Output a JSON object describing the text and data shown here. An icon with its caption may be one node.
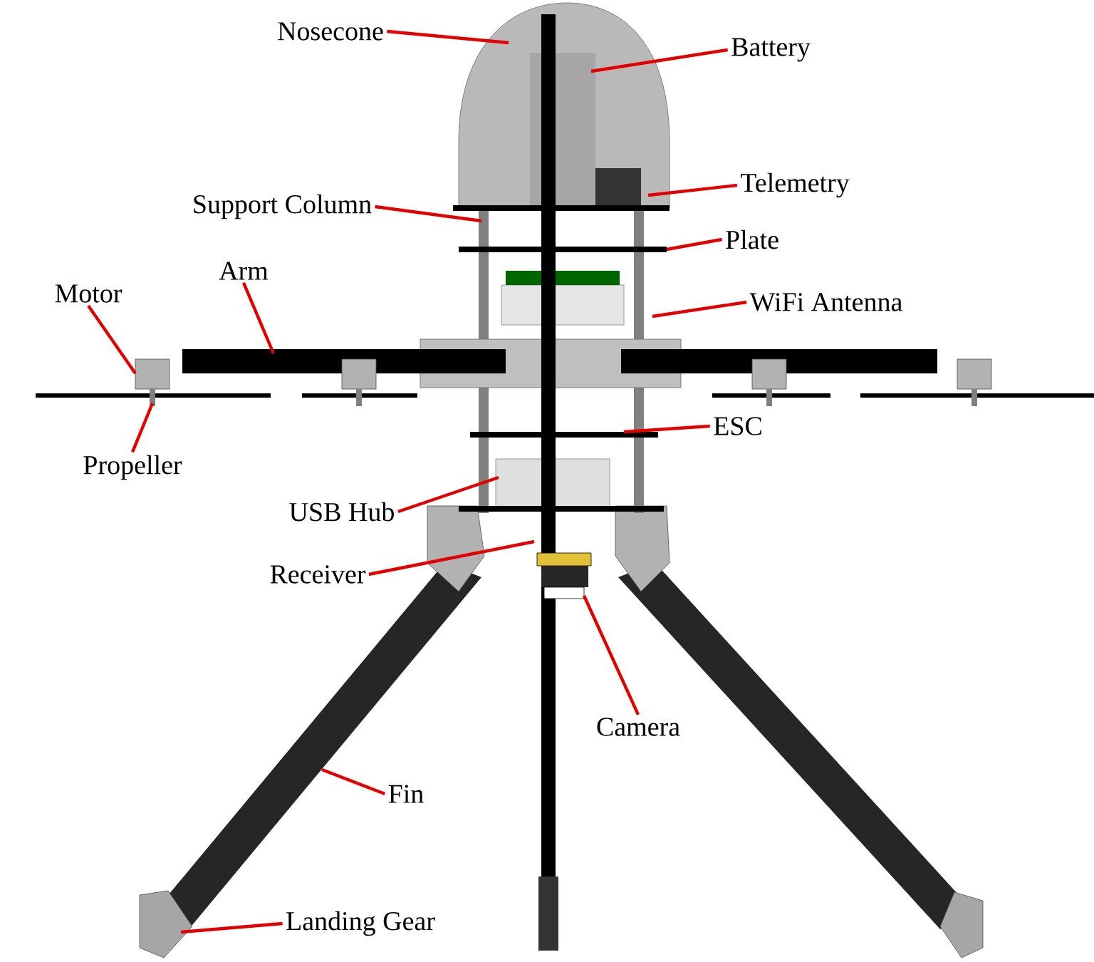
{
  "diagram": {
    "nodes": [
      {
        "text": [
          "Nosecone"
        ]
      },
      {
        "text": [
          "Battery"
        ]
      },
      {
        "text": [
          "Support Column"
        ]
      },
      {
        "text": [
          "Telemetry"
        ]
      },
      {
        "text": [
          "Plate"
        ]
      },
      {
        "text": [
          "Arm"
        ]
      },
      {
        "text": [
          "Motor"
        ]
      },
      {
        "text": [
          "WiFi Antenna"
        ]
      },
      {
        "text": [
          "Propeller"
        ]
      },
      {
        "text": [
          "ESC"
        ]
      },
      {
        "text": [
          "USB Hub"
        ]
      },
      {
        "text": [
          "Receiver"
        ]
      },
      {
        "text": [
          "Camera"
        ]
      },
      {
        "text": [
          "Fin"
        ]
      },
      {
        "text": [
          "Landing Gear"
        ]
      }
    ],
    "edges": [
      {
        "from": 0,
        "to": null,
        "arrow": "none"
      },
      {
        "from": 1,
        "to": null,
        "arrow": "none"
      },
      {
        "from": 2,
        "to": null,
        "arrow": "none"
      },
      {
        "from": 3,
        "to": null,
        "arrow": "none"
      },
      {
        "from": 4,
        "to": null,
        "arrow": "none"
      },
      {
        "from": 5,
        "to": null,
        "arrow": "none"
      },
      {
        "from": 6,
        "to": null,
        "arrow": "none"
      },
      {
        "from": 7,
        "to": null,
        "arrow": "none"
      },
      {
        "from": 8,
        "to": null,
        "arrow": "none"
      },
      {
        "from": 9,
        "to": null,
        "arrow": "none"
      },
      {
        "from": 10,
        "to": null,
        "arrow": "none"
      },
      {
        "from": 11,
        "to": null,
        "arrow": "none"
      },
      {
        "from": 12,
        "to": null,
        "arrow": "none"
      },
      {
        "from": 13,
        "to": null,
        "arrow": "none"
      },
      {
        "from": 14,
        "to": null,
        "arrow": "none"
      }
    ]
  }
}
